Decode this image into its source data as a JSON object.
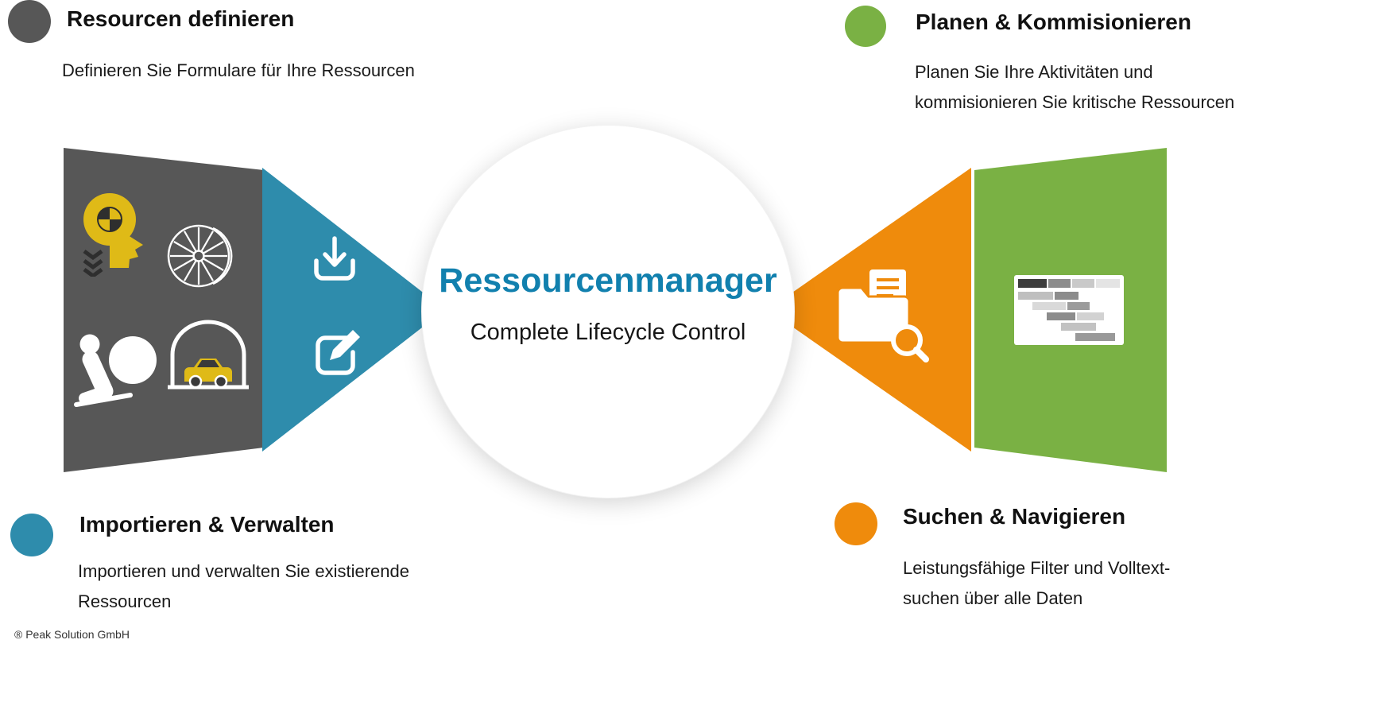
{
  "colors": {
    "gray": "#575757",
    "blue": "#2e8cac",
    "green": "#7ab144",
    "orange": "#ef8b0c",
    "center_title_teal": "#1180ae",
    "icon_yellow": "#dfba17"
  },
  "center": {
    "title": "Ressourcenmanager",
    "subtitle": "Complete Lifecycle Control"
  },
  "quadrants": {
    "define": {
      "title": "Resourcen definieren",
      "line1": "Definieren Sie Formulare für Ihre Ressourcen"
    },
    "plan": {
      "title": "Planen & Kommisionieren",
      "line1": "Planen Sie Ihre Aktivitäten und",
      "line2": "kommisionieren Sie kritische Ressourcen"
    },
    "import": {
      "title": "Importieren & Verwalten",
      "line1": "Importieren und verwalten Sie existierende",
      "line2": "Ressourcen"
    },
    "search": {
      "title": "Suchen & Navigieren",
      "line1": "Leistungsfähige Filter und Volltext-",
      "line2": "suchen über alle Daten"
    }
  },
  "icons": {
    "define_panel": [
      "crash-test-dummy-icon",
      "jet-engine-icon",
      "airbag-icon",
      "tunnel-car-icon"
    ],
    "import_panel": [
      "download-icon",
      "edit-icon"
    ],
    "search_panel": [
      "folder-search-icon"
    ],
    "plan_panel": [
      "gantt-table-icon"
    ]
  },
  "footer": {
    "copyright": "® Peak Solution GmbH"
  }
}
